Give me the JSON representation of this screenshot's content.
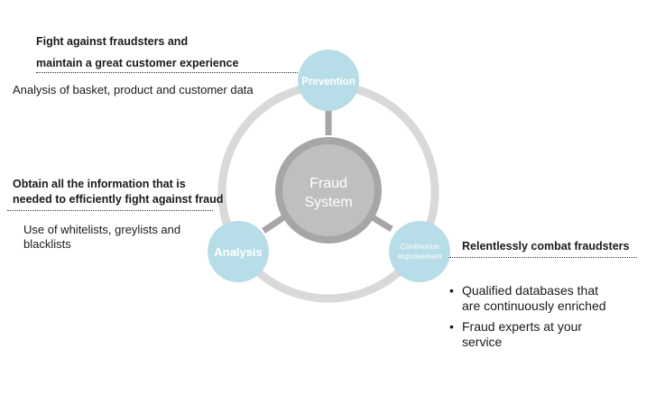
{
  "center": {
    "line1": "Fraud",
    "line2": "System"
  },
  "nodes": {
    "prevention": "Prevention",
    "analysis": "Analysis",
    "improvement_line1": "Continuous",
    "improvement_line2": "Improvement"
  },
  "prevention_block": {
    "heading_line1": "Fight against fraudsters and",
    "heading_line2": "maintain a great customer experience",
    "detail": "Analysis of basket, product and customer data"
  },
  "analysis_block": {
    "heading_line1": "Obtain all the information that is",
    "heading_line2": "needed to efficiently fight against fraud",
    "detail_line1": "Use of whitelists, greylists and",
    "detail_line2": "blacklists"
  },
  "improvement_block": {
    "heading": "Relentlessly combat fraudsters",
    "bullets": [
      {
        "line1": "Qualified databases that",
        "line2": "are continuously enriched"
      },
      {
        "line1": "Fraud experts at your",
        "line2": "service"
      }
    ]
  },
  "colors": {
    "ring": "#d9d9d9",
    "center_fill": "#bfbfbf",
    "center_border": "#a6a6a6",
    "node_fill": "#b7dde8",
    "node_text": "#ffffff"
  }
}
